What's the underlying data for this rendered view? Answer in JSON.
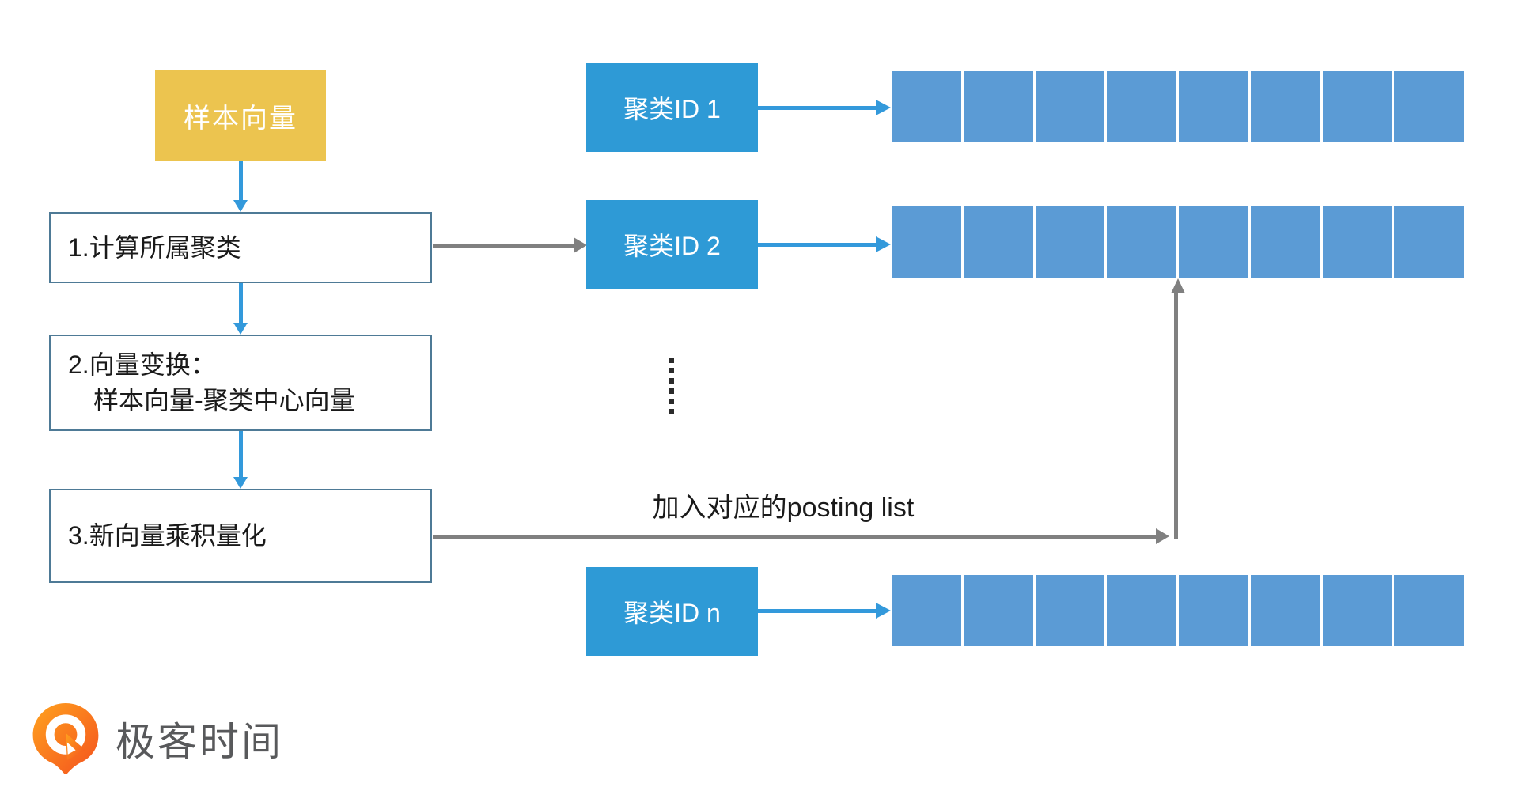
{
  "diagram": {
    "sample_box": {
      "label": "样本向量"
    },
    "steps": {
      "step1": {
        "label": "1.计算所属聚类"
      },
      "step2": {
        "line1": "2.向量变换：",
        "line2": "样本向量-聚类中心向量"
      },
      "step3": {
        "label": "3.新向量乘积量化"
      }
    },
    "clusters": {
      "cluster1": {
        "label": "聚类ID 1"
      },
      "cluster2": {
        "label": "聚类ID 2"
      },
      "clusterN": {
        "label": "聚类ID n"
      }
    },
    "annotation": "加入对应的posting list",
    "cells_per_row": 8,
    "ellipsis_dots": 6
  },
  "footer": {
    "brand": "极客时间",
    "logo_icon": "geektime-q-pin-icon"
  },
  "colors": {
    "sample_box_fill": "#ECC44F",
    "step_box_border": "#4E7A96",
    "cluster_box_fill": "#2E9AD6",
    "posting_cell_fill": "#5B9BD5",
    "blue_arrow": "#3399DB",
    "gray_arrow": "#808080",
    "brand_text": "#58595B",
    "logo_orange_light": "#FFA21E",
    "logo_orange_dark": "#F4511E"
  }
}
